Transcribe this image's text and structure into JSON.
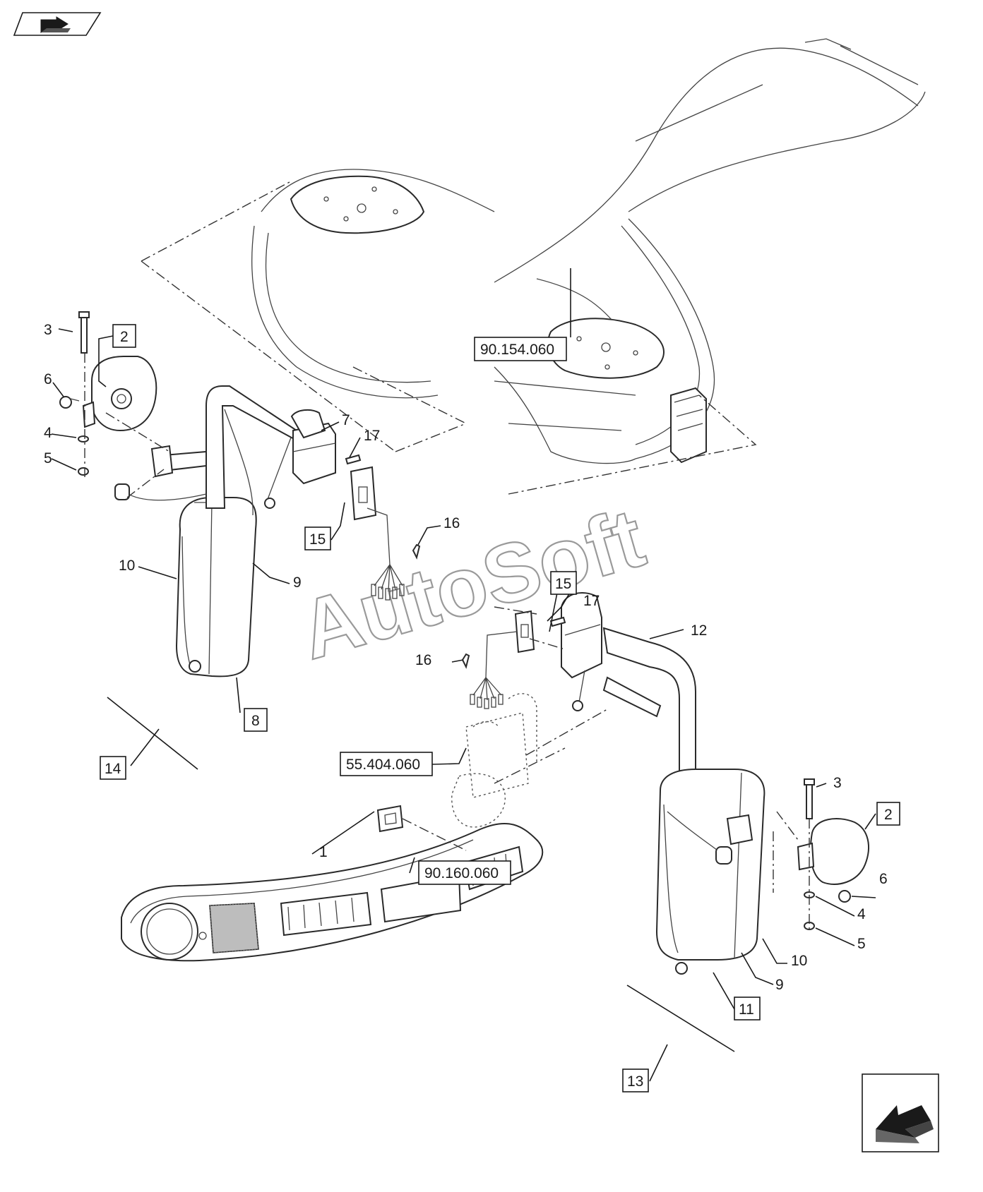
{
  "watermark": "AutoSoft",
  "callouts": {
    "c1": "1",
    "c2_left": "2",
    "c2_right": "2",
    "c3_left": "3",
    "c3_right": "3",
    "c4_left": "4",
    "c4_right": "4",
    "c5_left": "5",
    "c5_right": "5",
    "c6_left": "6",
    "c6_right": "6",
    "c7": "7",
    "c8": "8",
    "c9_left": "9",
    "c9_right": "9",
    "c10_left": "10",
    "c10_right": "10",
    "c11": "11",
    "c12": "12",
    "c13": "13",
    "c14": "14",
    "c15_left": "15",
    "c15_right": "15",
    "c16_left": "16",
    "c16_right": "16",
    "c17_left": "17",
    "c17_right": "17"
  },
  "references": {
    "cab_roof": "90.154.060",
    "wiring_connector": "55.404.060",
    "front_panel": "90.160.060"
  },
  "icons": {
    "top_left": "return-arrow-icon",
    "bottom_right": "next-page-arrow-icon"
  }
}
